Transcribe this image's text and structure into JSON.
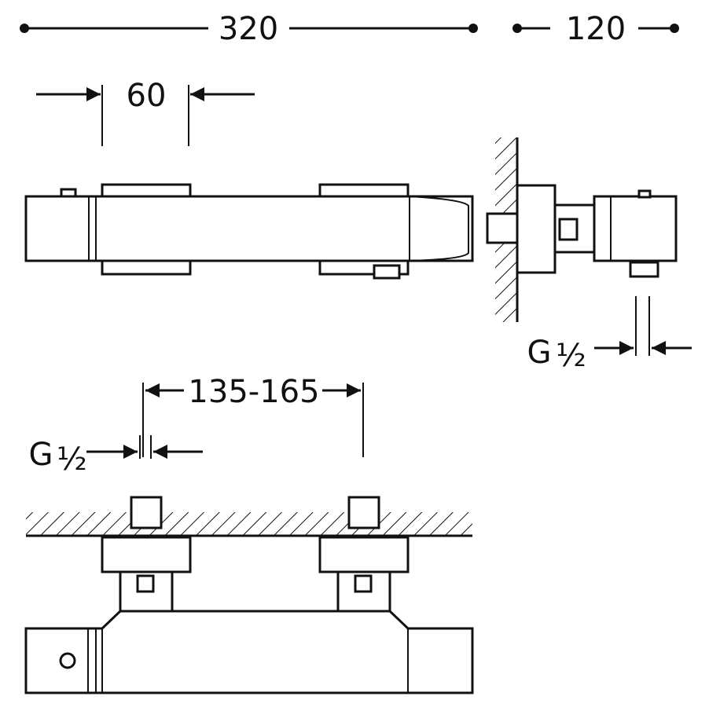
{
  "dimensions": {
    "overall_length": "320",
    "depth": "120",
    "handle_width": "60",
    "inlet_spacing": "135-165",
    "side_connection_thread": "G",
    "side_connection_fraction": "½",
    "rear_connection_thread": "G",
    "rear_connection_fraction": "½"
  }
}
